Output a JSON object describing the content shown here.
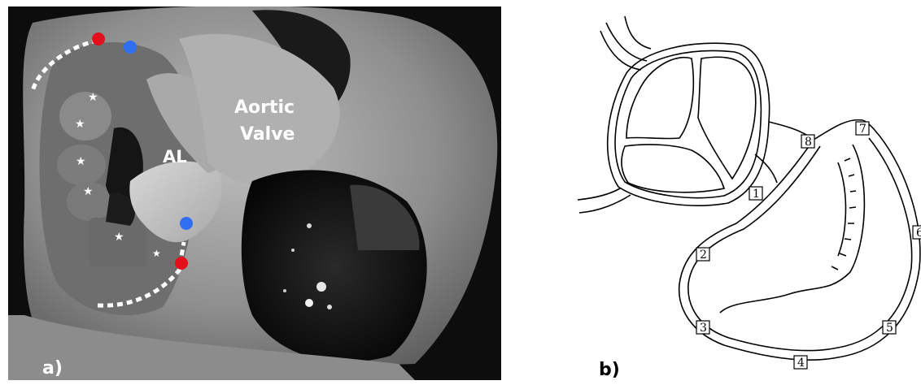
{
  "panel_a": {
    "label": "a)",
    "annotation_aortic_line1": "Aortic",
    "annotation_aortic_line2": "Valve",
    "annotation_al": "AL",
    "marker_colors": {
      "red": "#e3101b",
      "blue": "#2f6ff0",
      "dotted": "#ffffff"
    }
  },
  "panel_b": {
    "label": "b)",
    "segment_numbers": [
      "1",
      "2",
      "3",
      "4",
      "5",
      "6",
      "7",
      "8"
    ]
  }
}
